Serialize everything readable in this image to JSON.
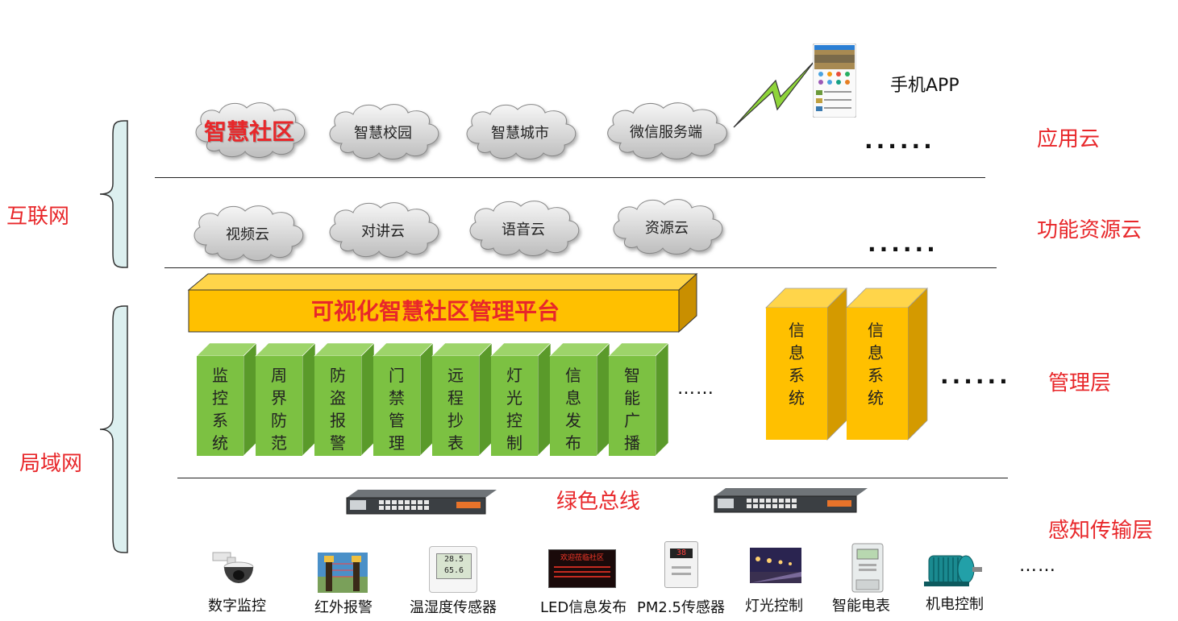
{
  "left_groups": {
    "internet": "互联网",
    "lan": "局域网"
  },
  "layers": {
    "application": "应用云",
    "function": "功能资源云",
    "management": "管理层",
    "sensing": "感知传输层"
  },
  "app_clouds": [
    "智慧社区",
    "智慧校园",
    "智慧城市",
    "微信服务端"
  ],
  "mobile_app_label": "手机APP",
  "function_clouds": [
    "视频云",
    "对讲云",
    "语音云",
    "资源云"
  ],
  "ellipsis_dots": "......",
  "ellipsis_thin": "……",
  "platform_title": "可视化智慧社区管理平台",
  "subsystems": [
    "监控系统",
    "周界防范",
    "防盗报警",
    "门禁管理",
    "远程抄表",
    "灯光控制",
    "信息发布",
    "智能广播"
  ],
  "info_systems": [
    "信息系统",
    "信息系统"
  ],
  "bus_label": "绿色总线",
  "devices": [
    "数字监控",
    "红外报警",
    "温湿度传感器",
    "LED信息发布",
    "PM2.5传感器",
    "灯光控制",
    "智能电表",
    "机电控制"
  ],
  "led_screen_text": "欢迎莅临社区",
  "sensor_readings": [
    "28.5",
    "65.6"
  ],
  "pm_reading": "38",
  "colors": {
    "accent_red": "#e8272a",
    "subsystem_green": "#7cc142",
    "info_yellow": "#ffc000",
    "platform_yellow": "#ffc000",
    "bracket_fill": "#dcefef"
  }
}
